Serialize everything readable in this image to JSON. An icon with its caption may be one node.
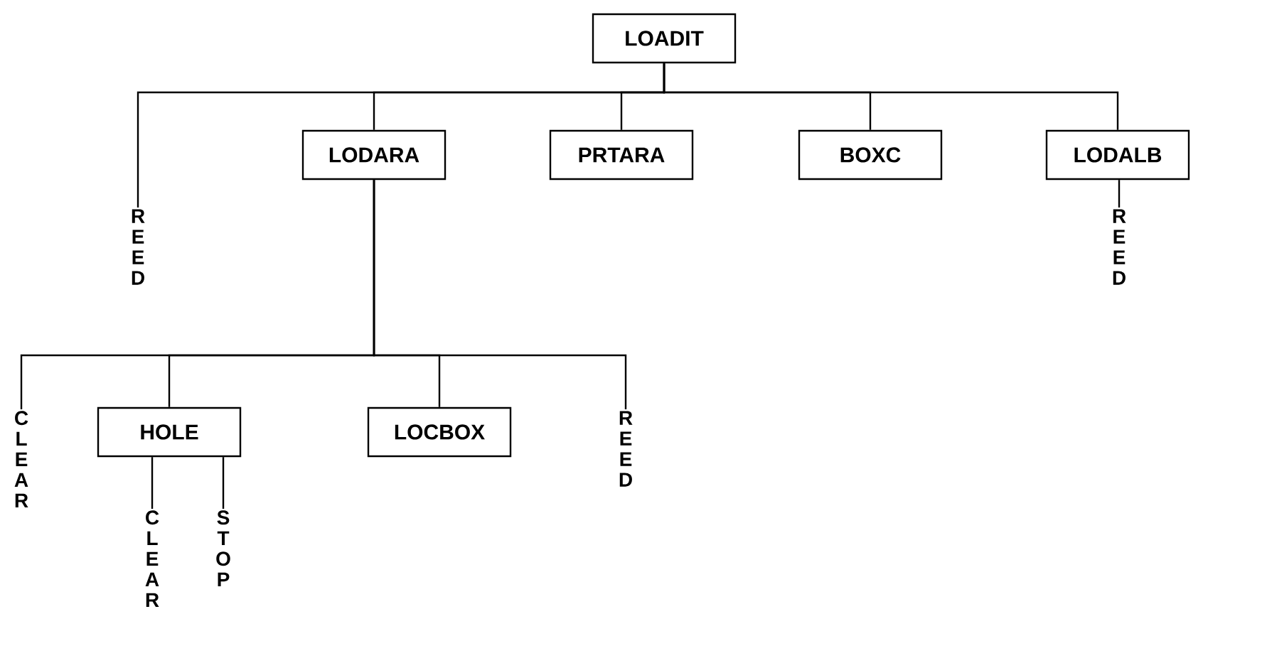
{
  "diagram": {
    "nodes": [
      {
        "text": [
          "LOADIT"
        ]
      },
      {
        "text": [
          "REED"
        ]
      },
      {
        "text": [
          "LODARA"
        ]
      },
      {
        "text": [
          "PRTARA"
        ]
      },
      {
        "text": [
          "BOXC"
        ]
      },
      {
        "text": [
          "LODALB"
        ]
      },
      {
        "text": [
          "REED"
        ]
      },
      {
        "text": [
          "CLEAR"
        ]
      },
      {
        "text": [
          "HOLE"
        ]
      },
      {
        "text": [
          "LOCBOX"
        ]
      },
      {
        "text": [
          "REED"
        ]
      },
      {
        "text": [
          "CLEAR"
        ]
      },
      {
        "text": [
          "STOP"
        ]
      }
    ],
    "edges": [
      {
        "from": 0,
        "to": 1,
        "arrow": "none"
      },
      {
        "from": 0,
        "to": 2,
        "arrow": "none"
      },
      {
        "from": 0,
        "to": 3,
        "arrow": "none"
      },
      {
        "from": 0,
        "to": 4,
        "arrow": "none"
      },
      {
        "from": 0,
        "to": 5,
        "arrow": "none"
      },
      {
        "from": 5,
        "to": 6,
        "arrow": "none"
      },
      {
        "from": 2,
        "to": 7,
        "arrow": "none"
      },
      {
        "from": 2,
        "to": 8,
        "arrow": "none"
      },
      {
        "from": 2,
        "to": 9,
        "arrow": "none"
      },
      {
        "from": 2,
        "to": 10,
        "arrow": "none"
      },
      {
        "from": 8,
        "to": 11,
        "arrow": "none"
      },
      {
        "from": 8,
        "to": 12,
        "arrow": "none"
      }
    ]
  }
}
